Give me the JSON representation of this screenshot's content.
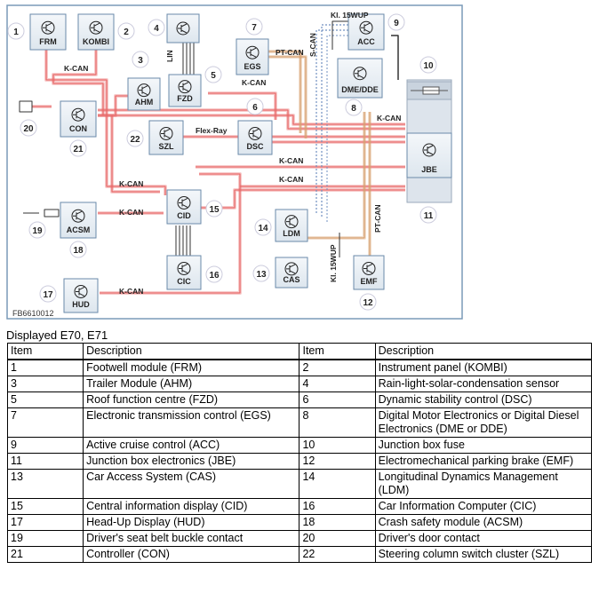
{
  "figure_code": "FB6610012",
  "bus_labels": {
    "kcan": "K-CAN",
    "ptcan": "PT-CAN",
    "scan": "S-CAN",
    "flexray": "Flex-Ray",
    "kl15wup": "Kl. 15WUP",
    "lin": "LIN"
  },
  "modules": [
    {
      "id": "frm",
      "label": "FRM",
      "num": "1"
    },
    {
      "id": "kombi",
      "label": "KOMBI",
      "num": "2"
    },
    {
      "id": "ahm",
      "label": "AHM",
      "num": "3"
    },
    {
      "id": "rls",
      "label": "",
      "num": "4"
    },
    {
      "id": "fzd",
      "label": "FZD",
      "num": "5"
    },
    {
      "id": "dsc",
      "label": "DSC",
      "num": "6"
    },
    {
      "id": "egs",
      "label": "EGS",
      "num": "7"
    },
    {
      "id": "dme",
      "label": "DME/DDE",
      "num": "8"
    },
    {
      "id": "acc",
      "label": "ACC",
      "num": "9"
    },
    {
      "id": "fuse",
      "label": "",
      "num": "10"
    },
    {
      "id": "jbe",
      "label": "JBE",
      "num": "11"
    },
    {
      "id": "emf",
      "label": "EMF",
      "num": "12"
    },
    {
      "id": "cas",
      "label": "CAS",
      "num": "13"
    },
    {
      "id": "ldm",
      "label": "LDM",
      "num": "14"
    },
    {
      "id": "cid",
      "label": "CID",
      "num": "15"
    },
    {
      "id": "cic",
      "label": "CIC",
      "num": "16"
    },
    {
      "id": "hud",
      "label": "HUD",
      "num": "17"
    },
    {
      "id": "acsm",
      "label": "ACSM",
      "num": "18"
    },
    {
      "id": "buckle",
      "label": "",
      "num": "19"
    },
    {
      "id": "door",
      "label": "",
      "num": "20"
    },
    {
      "id": "con",
      "label": "CON",
      "num": "21"
    },
    {
      "id": "szl",
      "label": "SZL",
      "num": "22"
    }
  ],
  "caption": "Displayed E70, E71",
  "table": {
    "headers": [
      "Item",
      "Description",
      "Item",
      "Description"
    ],
    "rows": [
      [
        "1",
        "Footwell module (FRM)",
        "2",
        "Instrument panel (KOMBI)"
      ],
      [
        "3",
        "Trailer Module (AHM)",
        "4",
        "Rain-light-solar-condensation sensor"
      ],
      [
        "5",
        "Roof function centre (FZD)",
        "6",
        "Dynamic stability control (DSC)"
      ],
      [
        "7",
        "Electronic transmission control (EGS)",
        "8",
        "Digital Motor Electronics or Digital Diesel Electronics (DME or DDE)"
      ],
      [
        "9",
        "Active cruise control (ACC)",
        "10",
        "Junction box fuse"
      ],
      [
        "11",
        "Junction box electronics (JBE)",
        "12",
        "Electromechanical parking brake (EMF)"
      ],
      [
        "13",
        "Car Access System (CAS)",
        "14",
        "Longitudinal Dynamics Management (LDM)"
      ],
      [
        "15",
        "Central information display (CID)",
        "16",
        "Car Information Computer (CIC)"
      ],
      [
        "17",
        "Head-Up Display (HUD)",
        "18",
        "Crash safety module (ACSM)"
      ],
      [
        "19",
        "Driver's seat belt buckle contact",
        "20",
        "Driver's door contact"
      ],
      [
        "21",
        "Controller (CON)",
        "22",
        "Steering column switch cluster (SZL)"
      ]
    ]
  },
  "colors": {
    "kcan": "#e86a6a",
    "ptcan": "#d8a070",
    "scan": "#7090c0",
    "box_fill": "#eaf0f6",
    "box_stroke": "#6a8aaa",
    "frame": "#7a9ab8"
  }
}
